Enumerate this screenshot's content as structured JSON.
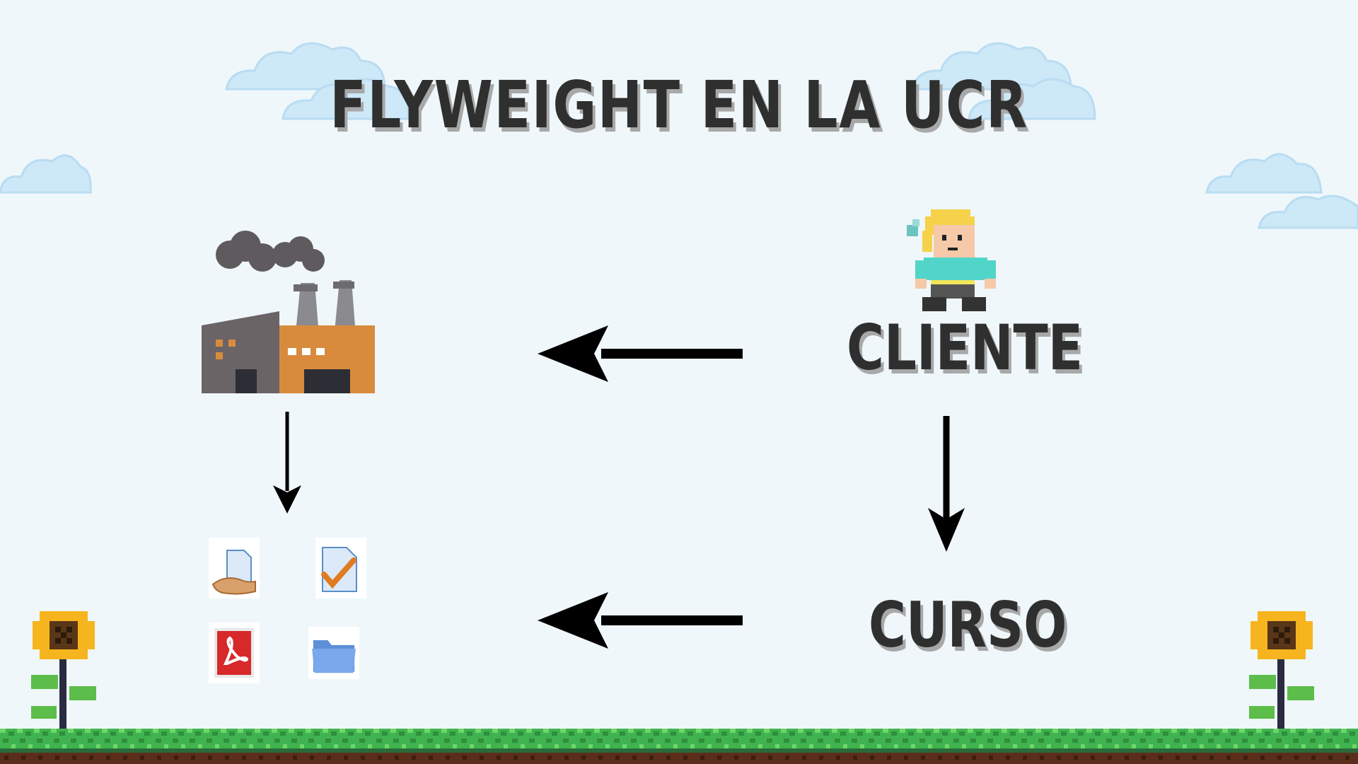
{
  "title": "FLYWEIGHT EN LA UCR",
  "nodes": {
    "client_label": "CLIENTE",
    "course_label": "CURSO"
  },
  "icons": {
    "factory": "factory-icon",
    "client_character": "pixel-character-icon",
    "resources": [
      "document-hand-icon",
      "checklist-document-icon",
      "pdf-icon",
      "folder-icon"
    ],
    "decor": [
      "pixel-cloud-icon",
      "sunflower-icon",
      "grass-ground"
    ]
  },
  "colors": {
    "background": "#eff7fb",
    "title_text": "#2f2f2f",
    "text_shadow": "#a8a8a8",
    "arrow": "#000000",
    "grass": "#3fb34f",
    "soil": "#5a2e1a"
  }
}
